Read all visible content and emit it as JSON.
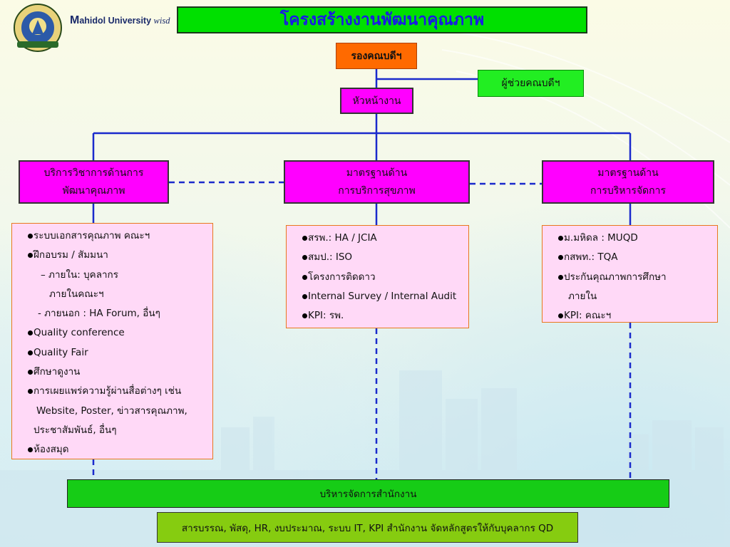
{
  "header": {
    "university_initial": "M",
    "university_rest": "ahidol University",
    "tagline_fragment": "wisd"
  },
  "title": "โครงสร้างงานพัฒนาคุณภาพ",
  "nodes": {
    "deputy_dean": "รองคณบดีฯ",
    "assistant_dean": "ผู้ช่วยคณบดีฯ",
    "head": "หัวหน้างาน",
    "dept_academic": [
      "บริการวิชาการด้านการ",
      "พัฒนาคุณภาพ"
    ],
    "dept_health": [
      "มาตรฐานด้าน",
      "การบริการสุขภาพ"
    ],
    "dept_admin": [
      "มาตรฐานด้าน",
      "การบริหารจัดการ"
    ]
  },
  "lists": {
    "academic": [
      "ระบบเอกสารคุณภาพ คณะฯ",
      "ฝึกอบรม / สัมมนา",
      "– ภายใน: บุคลากร",
      "ภายในคณะฯ",
      "- ภายนอก : HA Forum, อื่นๆ",
      "Quality conference",
      "Quality Fair",
      "ศึกษาดูงาน",
      "การเผยแพร่ความรู้ผ่านสื่อต่างๆ เช่น",
      "Website, Poster, ข่าวสารคุณภาพ,",
      "ประชาสัมพันธ์, อื่นๆ",
      "ห้องสมุด"
    ],
    "health": [
      "สรพ.: HA / JCIA",
      "สมป.: ISO",
      "โครงการติดดาว",
      "Internal Survey / Internal Audit",
      "KPI: รพ."
    ],
    "admin": [
      "ม.มหิดล : MUQD",
      "กสพท.: TQA",
      "ประกันคุณภาพการศึกษา",
      "ภายใน",
      "KPI: คณะฯ"
    ]
  },
  "office": {
    "title": "บริหารจัดการสำนักงาน",
    "detail": "สารบรรณ, พัสดุ, HR, งบประมาณ, ระบบ IT, KPI สำนักงาน จัดหลักสูตรให้กับบุคลากร QD"
  },
  "colors": {
    "title_bg": "#00e000",
    "title_text": "#1a1ae6",
    "deputy_bg": "#ff6a00",
    "assistant_bg": "#22ee22",
    "magenta": "#ff00ff",
    "list_bg": "#ffd9f7",
    "list_border": "#e8781e",
    "office_bg": "#16cc16",
    "office_detail_bg": "#86cc10",
    "connector": "#1a2acc"
  }
}
